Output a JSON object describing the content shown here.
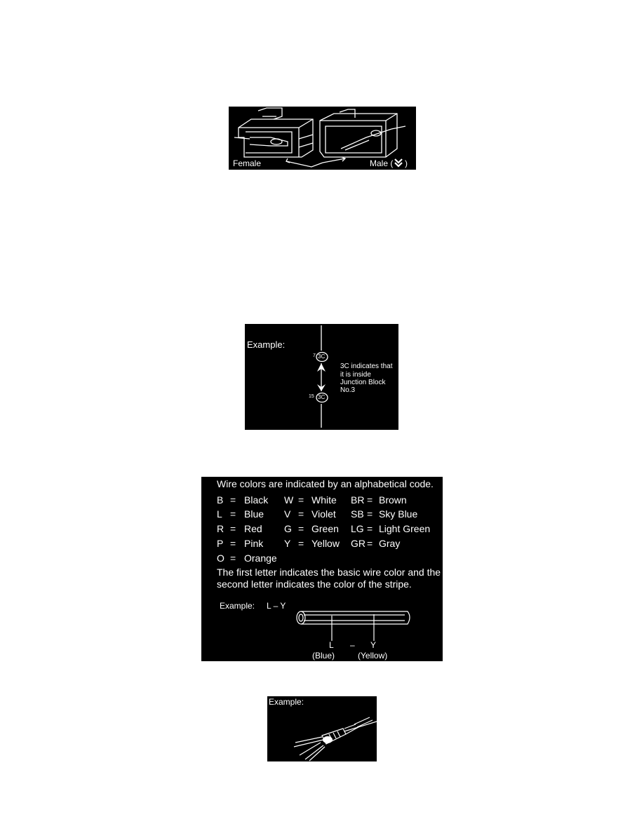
{
  "connector_figure": {
    "female_label": "Female",
    "male_label": "Male (",
    "male_label_end": ")",
    "male_symbol": "double-chevron-down-icon"
  },
  "junction_figure": {
    "example_label": "Example:",
    "top_pin": "7",
    "top_code": "3C",
    "bottom_pin": "15",
    "bottom_code": "3C",
    "note_lines": [
      "3C indicates that",
      "it is inside",
      "Junction Block",
      "No.3"
    ]
  },
  "wire_colors_figure": {
    "heading": "Wire colors are indicated by an alphabetical code.",
    "codes": [
      {
        "code": "B",
        "eq": "=",
        "name": "Black"
      },
      {
        "code": "L",
        "eq": "=",
        "name": "Blue"
      },
      {
        "code": "R",
        "eq": "=",
        "name": "Red"
      },
      {
        "code": "P",
        "eq": "=",
        "name": "Pink"
      },
      {
        "code": "O",
        "eq": "=",
        "name": "Orange"
      },
      {
        "code": "W",
        "eq": "=",
        "name": "White"
      },
      {
        "code": "V",
        "eq": "=",
        "name": "Violet"
      },
      {
        "code": "G",
        "eq": "=",
        "name": "Green"
      },
      {
        "code": "Y",
        "eq": "=",
        "name": "Yellow"
      },
      {
        "code": "BR",
        "eq": "=",
        "name": "Brown"
      },
      {
        "code": "SB",
        "eq": "=",
        "name": "Sky Blue"
      },
      {
        "code": "LG",
        "eq": "=",
        "name": "Light Green"
      },
      {
        "code": "GR",
        "eq": "=",
        "name": "Gray"
      }
    ],
    "explanation_lines": [
      "The first letter indicates the basic wire color and the",
      "second letter indicates the color of the stripe."
    ],
    "example_label": "Example:",
    "example_code": "L – Y",
    "base_letter": "L",
    "dash": "–",
    "stripe_letter": "Y",
    "base_name": "(Blue)",
    "stripe_name": "(Yellow)"
  },
  "splice_figure": {
    "example_label": "Example:"
  }
}
